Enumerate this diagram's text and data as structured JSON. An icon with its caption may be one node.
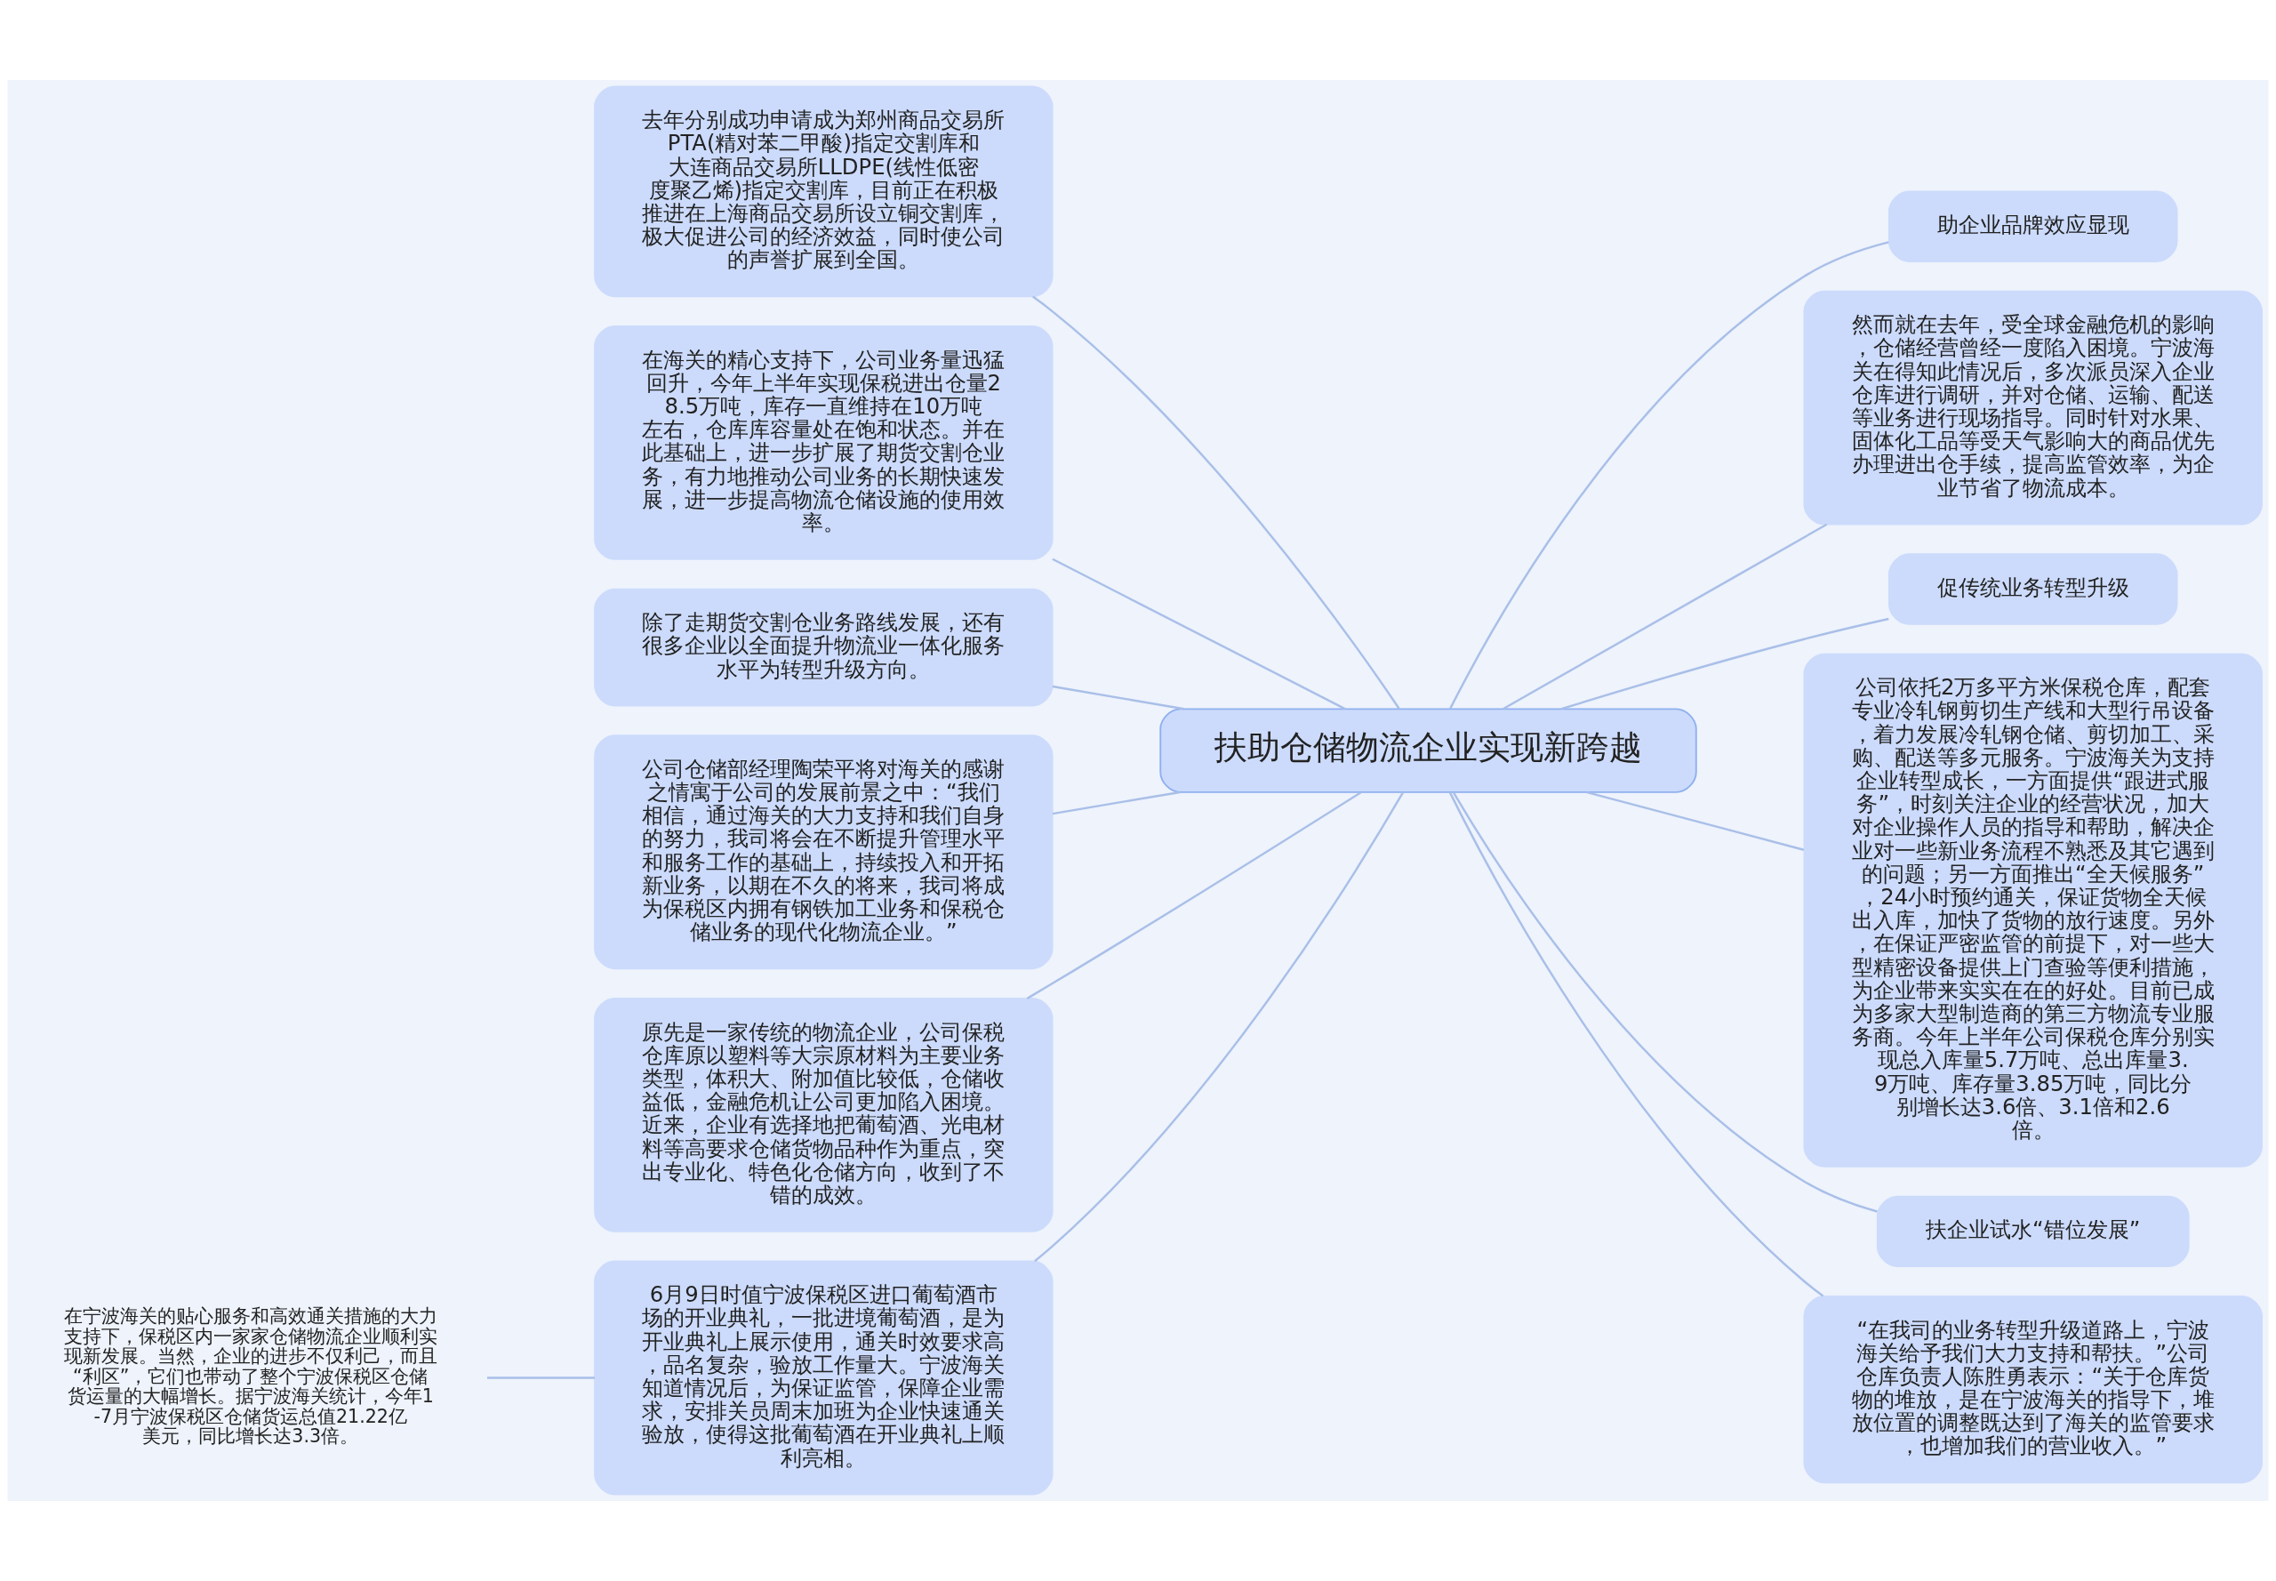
{
  "diagram": {
    "nodes": [
      {
        "text": [
          "扶助仓储物流企业实现新跨越"
        ]
      },
      {
        "text": [
          "助企业品牌效应显现"
        ]
      },
      {
        "text": [
          "然而就在去年，受全球金融危机的影响，仓储经营曾经一度陷入困境。宁波海关在得知此情况后，多次派员深入企业仓库进行调研，并对仓储、运输、配送等业务进行现场指导。同时针对水果、固体化工品等受天气影响大的商品优先办理进出仓手续，提高监管效率，为企业节省了物流成本。"
        ]
      },
      {
        "text": [
          "促传统业务转型升级"
        ]
      },
      {
        "text": [
          "公司依托2万多平方米保税仓库，配套专业冷轧钢剪切生产线和大型行吊设备，着力发展冷轧钢仓储、剪切加工、采购、配送等多元服务。宁波海关为支持企业转型成长，一方面提供“跟进式服务”，时刻关注企业的经营状况，加大对企业操作人员的指导和帮助，解决企业对一些新业务流程不熟悉及其它遇到的问题；另一方面推出“全天候服务”，24小时预约通关，保证货物全天候出入库，加快了货物的放行速度。另外，在保证严密监管的前提下，对一些大型精密设备提供上门查验等便利措施，为企业带来实实在在的好处。目前已成为多家大型制造商的第三方物流专业服务商。今年上半年公司保税仓库分别实现总入库量5.7万吨、总出库量3.9万吨、库存量3.85万吨，同比分别增长达3.6倍、3.1倍和2.6倍。"
        ]
      },
      {
        "text": [
          "扶企业试水“错位发展”"
        ]
      },
      {
        "text": [
          "“在我司的业务转型升级道路上，宁波海关给予我们大力支持和帮扶。”公司仓库负责人陈胜勇表示：“关于仓库货物的堆放，是在宁波海关的指导下，堆放位置的调整既达到了海关的监管要求，也增加我们的营业收入。”"
        ]
      },
      {
        "text": [
          "去年分别成功申请成为郑州商品交易所PTA(精对苯二甲酸)指定交割库和大连商品交易所LLDPE(线性低密度聚乙烯)指定交割库，目前正在积极推进在上海商品交易所设立铜交割库，极大促进公司的经济效益，同时使公司的声誉扩展到全国。"
        ]
      },
      {
        "text": [
          "在海关的精心支持下，公司业务量迅猛回升，今年上半年实现保税进出仓量28.5万吨，库存一直维持在10万吨左右，仓库库容量处在饱和状态。并在此基础上，进一步扩展了期货交割仓业务，有力地推动公司业务的长期快速发展，进一步提高物流仓储设施的使用效率。"
        ]
      },
      {
        "text": [
          "除了走期货交割仓业务路线发展，还有很多企业以全面提升物流业一体化服务水平为转型升级方向。"
        ]
      },
      {
        "text": [
          "公司仓储部经理陶荣平将对海关的感谢之情寓于公司的发展前景之中：“我们相信，通过海关的大力支持和我们自身的努力，我司将会在不断提升管理水平和服务工作的基础上，持续投入和开拓新业务，以期在不久的将来，我司将成为保税区内拥有钢铁加工业务和保税仓储业务的现代化物流企业。”"
        ]
      },
      {
        "text": [
          "原先是一家传统的物流企业，公司保税仓库原以塑料等大宗原材料为主要业务类型，体积大、附加值比较低，仓储收益低，金融危机让公司更加陷入困境。近来，企业有选择地把葡萄酒、光电材料等高要求仓储货物品种作为重点，突出专业化、特色化仓储方向，收到了不错的成效。"
        ]
      },
      {
        "text": [
          "6月9日时值宁波保税区进口葡萄酒市场的开业典礼，一批进境葡萄酒，是为开业典礼上展示使用，通关时效要求高，品名复杂，验放工作量大。宁波海关知道情况后，为保证监管，保障企业需求，安排关员周末加班为企业快速通关验放，使得这批葡萄酒在开业典礼上顺利亮相。"
        ]
      },
      {
        "text": [
          "在宁波海关的贴心服务和高效通关措施的大力支持下，保税区内一家家仓储物流企业顺利实现新发展。当然，企业的进步不仅利己，而且“利区”，它们也带动了整个宁波保税区仓储货运量的大幅增长。据宁波海关统计，今年1-7月宁波保税区仓储货运总值21.22亿美元，同比增长达3.3倍。"
        ]
      }
    ],
    "edges": [
      {
        "from": 0,
        "to": 1,
        "arrow": "none"
      },
      {
        "from": 0,
        "to": 2,
        "arrow": "none"
      },
      {
        "from": 0,
        "to": 3,
        "arrow": "none"
      },
      {
        "from": 0,
        "to": 4,
        "arrow": "none"
      },
      {
        "from": 0,
        "to": 5,
        "arrow": "none"
      },
      {
        "from": 0,
        "to": 6,
        "arrow": "none"
      },
      {
        "from": 0,
        "to": 7,
        "arrow": "none"
      },
      {
        "from": 0,
        "to": 8,
        "arrow": "none"
      },
      {
        "from": 0,
        "to": 9,
        "arrow": "none"
      },
      {
        "from": 0,
        "to": 10,
        "arrow": "none"
      },
      {
        "from": 0,
        "to": 11,
        "arrow": "none"
      },
      {
        "from": 0,
        "to": 12,
        "arrow": "none"
      },
      {
        "from": 12,
        "to": 13,
        "arrow": "none"
      }
    ]
  }
}
